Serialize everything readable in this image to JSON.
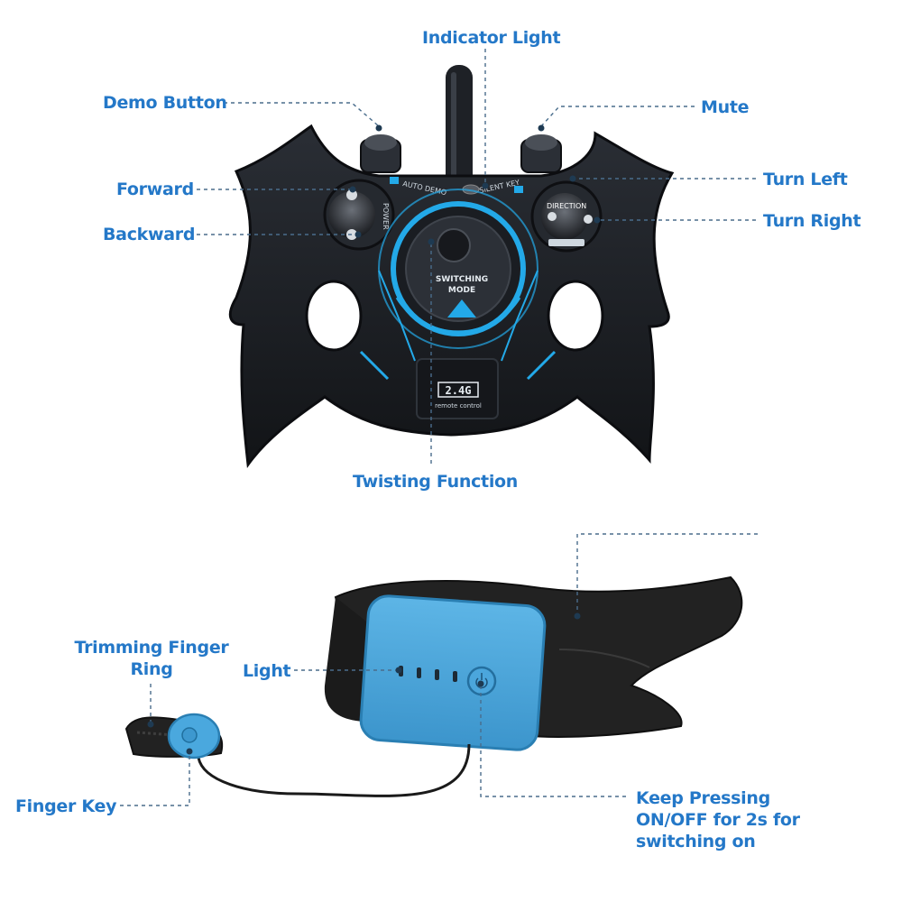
{
  "labels": {
    "indicator_light": "Indicator Light",
    "demo_button": "Demo Button",
    "mute": "Mute",
    "forward": "Forward",
    "turn_left": "Turn Left",
    "backward": "Backward",
    "turn_right": "Turn Right",
    "twisting_function": "Twisting Function",
    "trimming_finger_ring": "Trimming Finger Ring",
    "light": "Light",
    "finger_key": "Finger Key",
    "keep_pressing": "Keep  Pressing ON/OFF for 2s for switching on"
  },
  "device_print": {
    "auto_demo": "AUTO DEMO",
    "silent_key": "SILENT KEY",
    "power": "POWER",
    "direction": "DIRECTION",
    "switching": "SWITCHING",
    "mode": "MODE",
    "frequency": "2.4G",
    "remote_control": "remote control"
  },
  "colors": {
    "label_blue": "#2478c8",
    "controller_body": "#1c1f24",
    "accent_cyan": "#23a9e8",
    "strap_black": "#202020",
    "module_blue": "#4aa8de"
  }
}
